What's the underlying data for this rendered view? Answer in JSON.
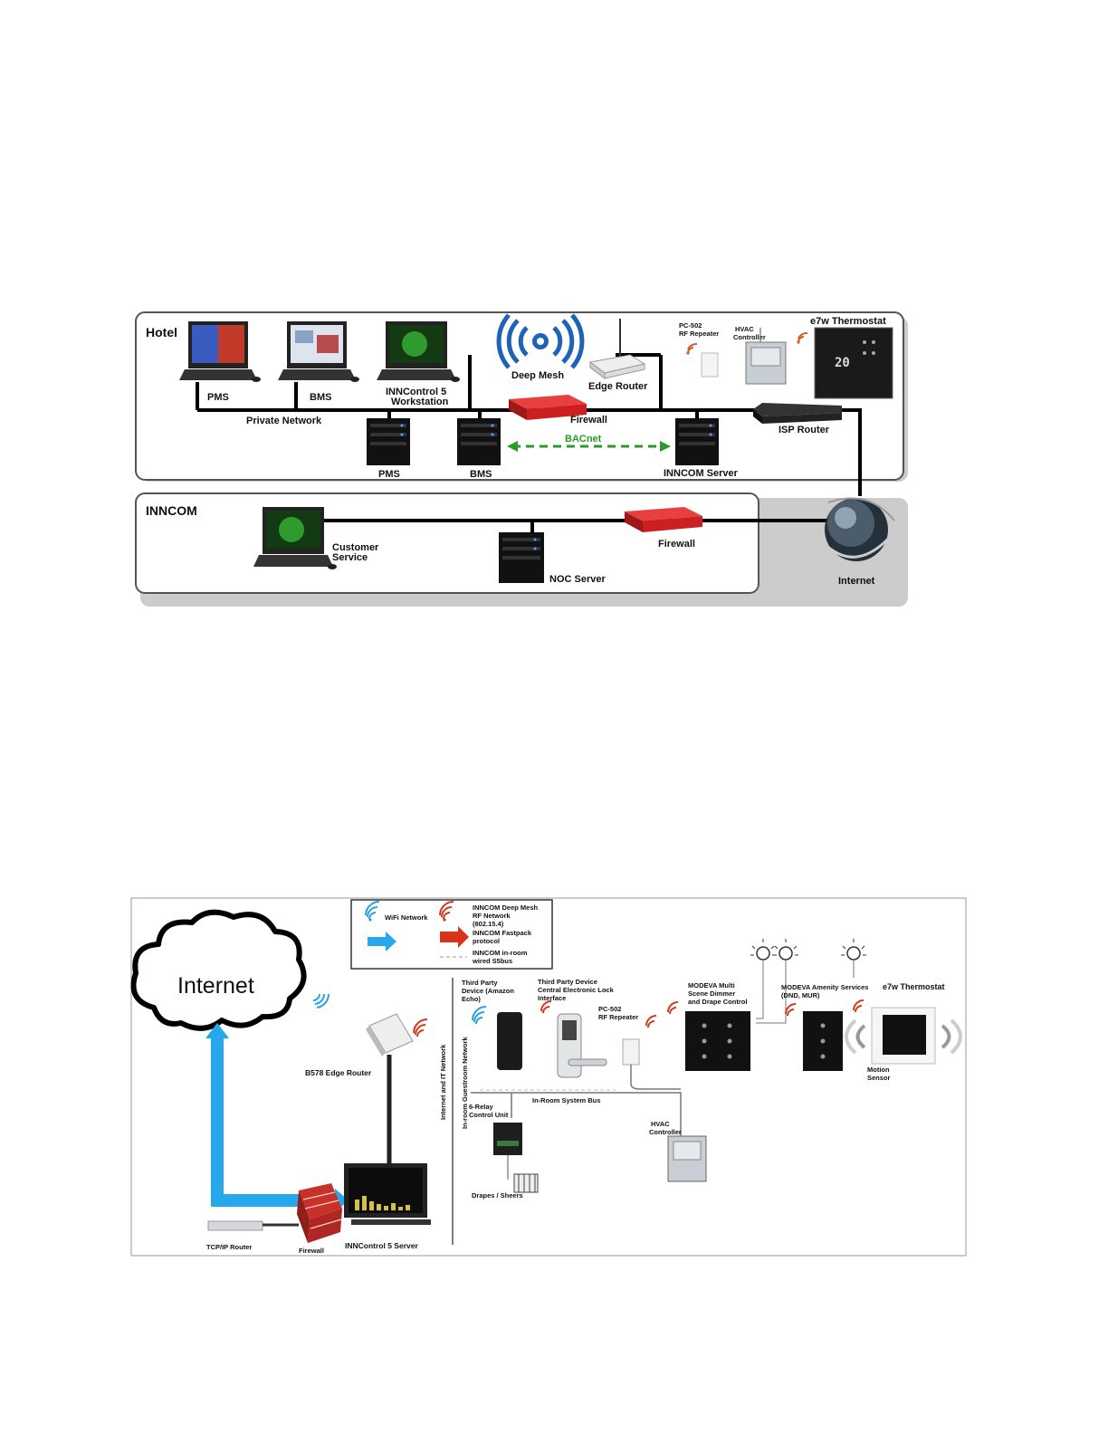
{
  "diagram1": {
    "zone_hotel": "Hotel",
    "zone_inncom": "INNCOM",
    "labels": {
      "pms_ws": "PMS",
      "bms_ws": "BMS",
      "inncontrol_ws_1": "INNControl 5",
      "inncontrol_ws_2": "Workstation",
      "private_network": "Private Network",
      "deep_mesh": "Deep Mesh",
      "edge_router": "Edge Router",
      "firewall": "Firewall",
      "bacnet": "BACnet",
      "pms_server": "PMS",
      "bms_server": "BMS",
      "inncom_server": "INNCOM Server",
      "isp_router": "ISP Router",
      "pc502_1": "PC-502",
      "pc502_2": "RF Repeater",
      "hvac_1": "HVAC",
      "hvac_2": "Controller",
      "thermostat": "e7w Thermostat",
      "thermostat_display": "20",
      "customer_service_1": "Customer",
      "customer_service_2": "Service",
      "noc_server": "NOC Server",
      "firewall_inncom": "Firewall",
      "internet": "Internet"
    },
    "colors": {
      "firewall": "#cc1f1f",
      "bacnet": "#2a9a2a",
      "deep_mesh": "#1f63b8"
    }
  },
  "diagram2": {
    "legend": {
      "wifi": "WiFi Network",
      "mesh_1": "INNCOM Deep Mesh",
      "mesh_2": "RF Network",
      "mesh_3": "(802.15.4)",
      "fastpack_1": "INNCOM Fastpack",
      "fastpack_2": "protocol",
      "wired_1": "INNCOM in-room",
      "wired_2": "wired S5bus"
    },
    "labels": {
      "internet": "Internet",
      "edge_router": "B578 Edge Router",
      "tcpip_router": "TCP/IP Router",
      "firewall": "Firewall",
      "server": "INNControl 5 Server",
      "vertical_1": "Internet and IT Network",
      "vertical_2": "In-room Guestroom Network",
      "third_party_1": "Third Party",
      "third_party_2": "Device (Amazon",
      "third_party_3": "Echo)",
      "lock_1": "Third Party Device",
      "lock_2": "Central Electronic Lock",
      "lock_3": "Interface",
      "pc502_1": "PC-502",
      "pc502_2": "RF Repeater",
      "modeva_scene_1": "MODEVA Multi",
      "modeva_scene_2": "Scene Dimmer",
      "modeva_scene_3": "and Drape Control",
      "modeva_amenity_1": "MODEVA Amenity Services",
      "modeva_amenity_2": "(DND, MUR)",
      "thermostat": "e7w Thermostat",
      "motion_1": "Motion",
      "motion_2": "Sensor",
      "relay_1": "6-Relay",
      "relay_2": "Control Unit",
      "system_bus": "In-Room System Bus",
      "hvac_1": "HVAC",
      "hvac_2": "Controller",
      "drapes": "Drapes / Sheers"
    },
    "colors": {
      "wifi": "#2aa0e0",
      "arrow_blue": "#25a9ec",
      "mesh": "#d03a1a",
      "arrow_red": "#d8341a"
    }
  }
}
